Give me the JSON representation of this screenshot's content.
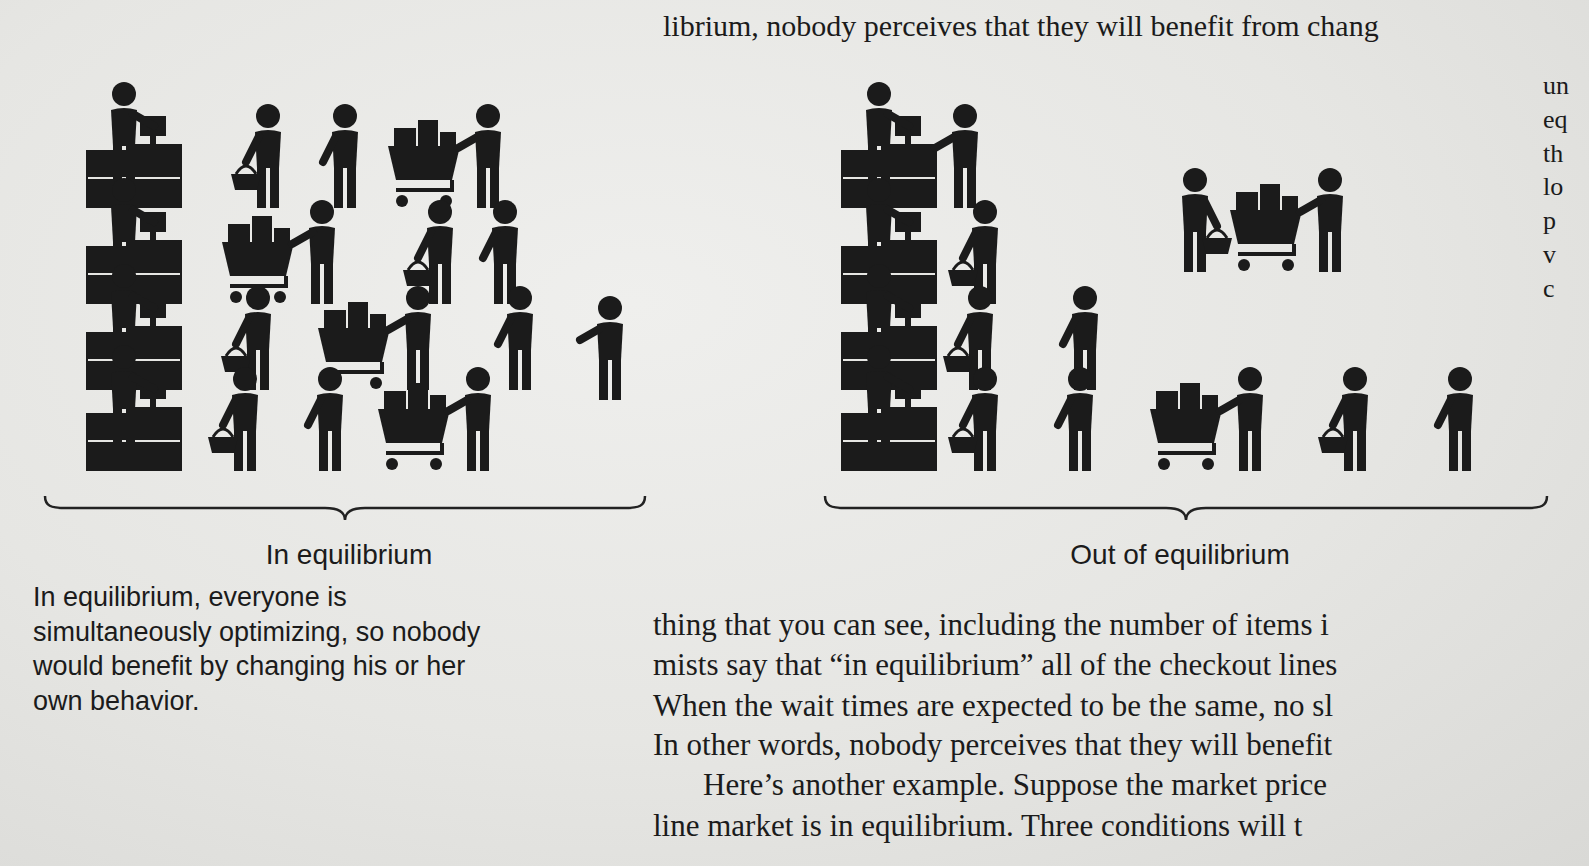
{
  "diagram": {
    "caption": "In equilibrium, everyone is simultaneously optimizing, so nobody would benefit by changing his or her own behavior.",
    "labels": [
      "librium, nobody perceives that they will benefit from chang",
      "un",
      "eq",
      "th",
      "lo",
      "p",
      "v",
      "c",
      "In equilibrium",
      "Out of equilibrium",
      "thing that you can see, including the number of items i",
      "mists say that “in equilibrium” all of the checkout lines",
      "When the wait times are expected to be the same, no sl",
      "In other words, nobody perceives that they will benefit",
      "Here’s another example. Suppose the market price",
      "line market is in equilibrium. Three conditions will t"
    ]
  }
}
